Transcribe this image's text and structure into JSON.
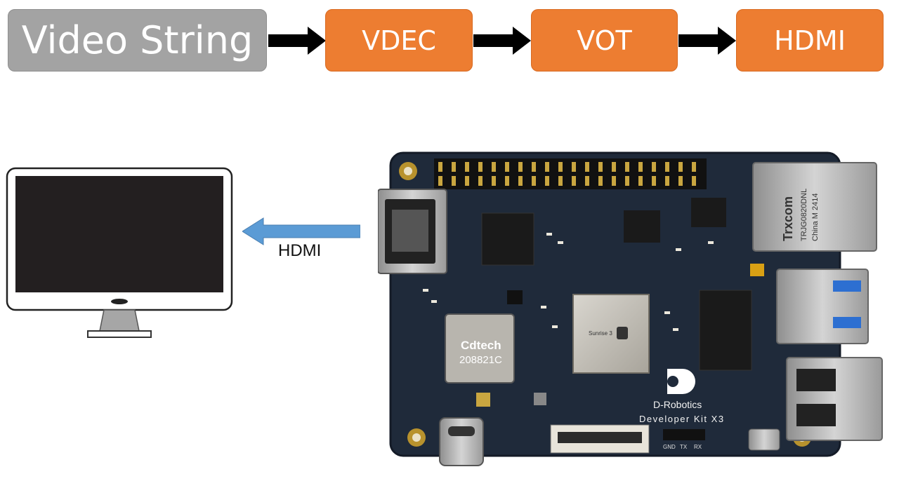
{
  "pipeline": {
    "source_label": "Video String",
    "steps": [
      "VDEC",
      "VOT",
      "HDMI"
    ]
  },
  "connection": {
    "label": "HDMI"
  },
  "board": {
    "brand": "D-Robotics",
    "model": "Developer Kit X3",
    "wifi_chip": {
      "maker": "Cdtech",
      "part": "208821C"
    },
    "eth_jack": {
      "brand": "Trxcom",
      "part": "TRJG0820DNL",
      "origin": "China M 2414"
    },
    "soc_label": "Sunrise 3",
    "uart_pins": [
      "GND",
      "TX",
      "RX"
    ]
  },
  "colors": {
    "orange": "#ed7d31",
    "gray": "#a3a3a3",
    "blue_arrow": "#5b9bd5",
    "pcb": "#1f2a3a"
  }
}
